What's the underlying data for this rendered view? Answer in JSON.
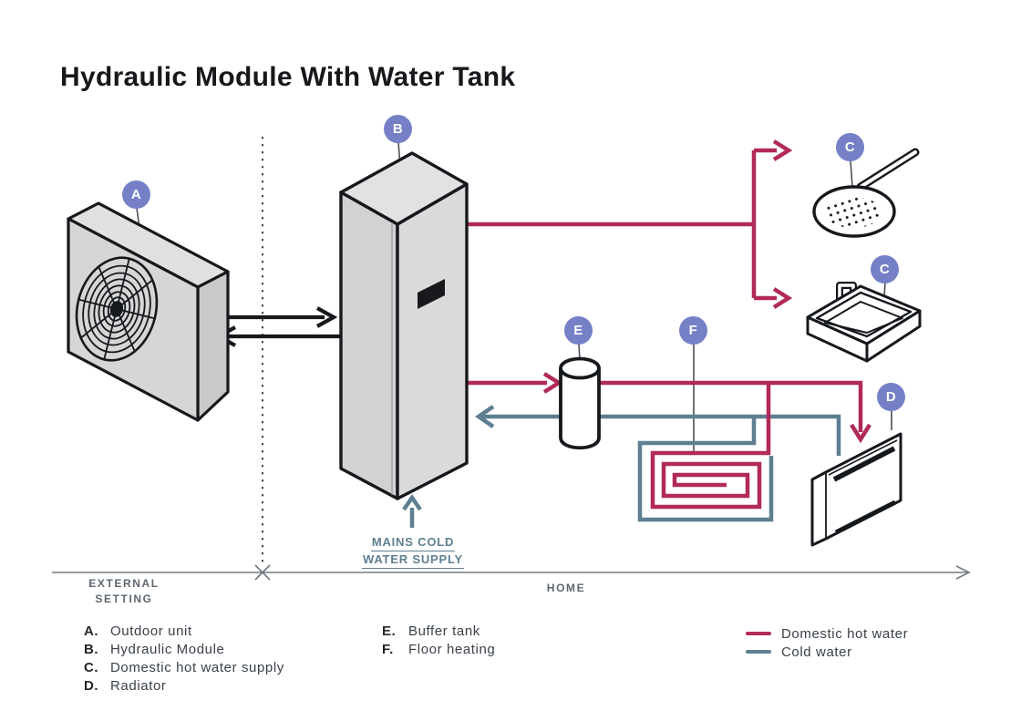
{
  "title": "Hydraulic Module With Water Tank",
  "badges": {
    "a": "A",
    "b": "B",
    "c_shower": "C",
    "c_sink": "C",
    "d": "D",
    "e": "E",
    "f": "F"
  },
  "zones": {
    "external": [
      "EXTERNAL",
      "SETTING"
    ],
    "home": "HOME"
  },
  "mains_label": {
    "line1": "MAINS COLD",
    "line2": "WATER SUPPLY"
  },
  "legend": {
    "items": [
      {
        "key": "A.",
        "label": "Outdoor unit"
      },
      {
        "key": "B.",
        "label": "Hydraulic Module"
      },
      {
        "key": "C.",
        "label": "Domestic hot water supply"
      },
      {
        "key": "D.",
        "label": "Radiator"
      },
      {
        "key": "E.",
        "label": "Buffer tank"
      },
      {
        "key": "F.",
        "label": "Floor heating"
      }
    ],
    "lines": [
      {
        "label": "Domestic hot water",
        "color": "#B12A58"
      },
      {
        "label": "Cold water",
        "color": "#5E7F90"
      }
    ]
  },
  "colors": {
    "hot": "#B12A58",
    "cold": "#5E7F90",
    "badge": "#7580C7",
    "ink": "#16181B",
    "muted": "#5D6771"
  }
}
